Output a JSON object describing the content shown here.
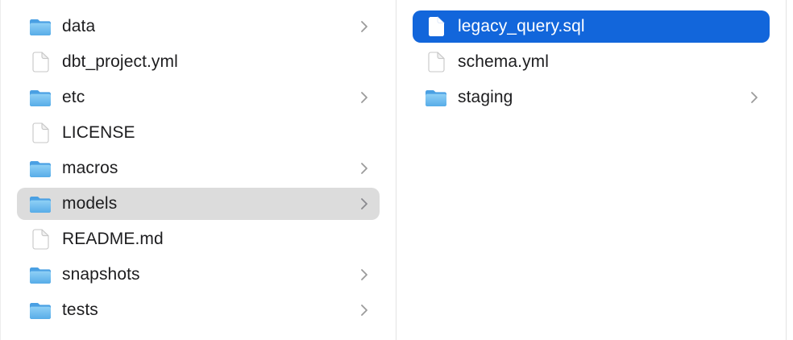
{
  "window": {
    "type": "finder-column-view"
  },
  "colors": {
    "selection_blue": "#1266DB",
    "selection_gray": "#DCDCDC",
    "divider": "#E3E3E3",
    "edge_divider": "#EDEDED",
    "text": "#1D1D1F",
    "selected_text": "#FFFFFF",
    "chevron": "#919196"
  },
  "columns": [
    {
      "name": "left",
      "items": [
        {
          "label": "data",
          "type": "folder",
          "has_chevron": true,
          "selected": false
        },
        {
          "label": "dbt_project.yml",
          "type": "file",
          "has_chevron": false,
          "selected": false
        },
        {
          "label": "etc",
          "type": "folder",
          "has_chevron": true,
          "selected": false
        },
        {
          "label": "LICENSE",
          "type": "file",
          "has_chevron": false,
          "selected": false
        },
        {
          "label": "macros",
          "type": "folder",
          "has_chevron": true,
          "selected": false
        },
        {
          "label": "models",
          "type": "folder",
          "has_chevron": true,
          "selected": true,
          "selection_style": "inactive-gray"
        },
        {
          "label": "README.md",
          "type": "file",
          "has_chevron": false,
          "selected": false
        },
        {
          "label": "snapshots",
          "type": "folder",
          "has_chevron": true,
          "selected": false
        },
        {
          "label": "tests",
          "type": "folder",
          "has_chevron": true,
          "selected": false
        }
      ]
    },
    {
      "name": "right",
      "items": [
        {
          "label": "legacy_query.sql",
          "type": "file",
          "has_chevron": false,
          "selected": true,
          "selection_style": "active-blue"
        },
        {
          "label": "schema.yml",
          "type": "file",
          "has_chevron": false,
          "selected": false
        },
        {
          "label": "staging",
          "type": "folder",
          "has_chevron": true,
          "selected": false
        }
      ]
    }
  ]
}
